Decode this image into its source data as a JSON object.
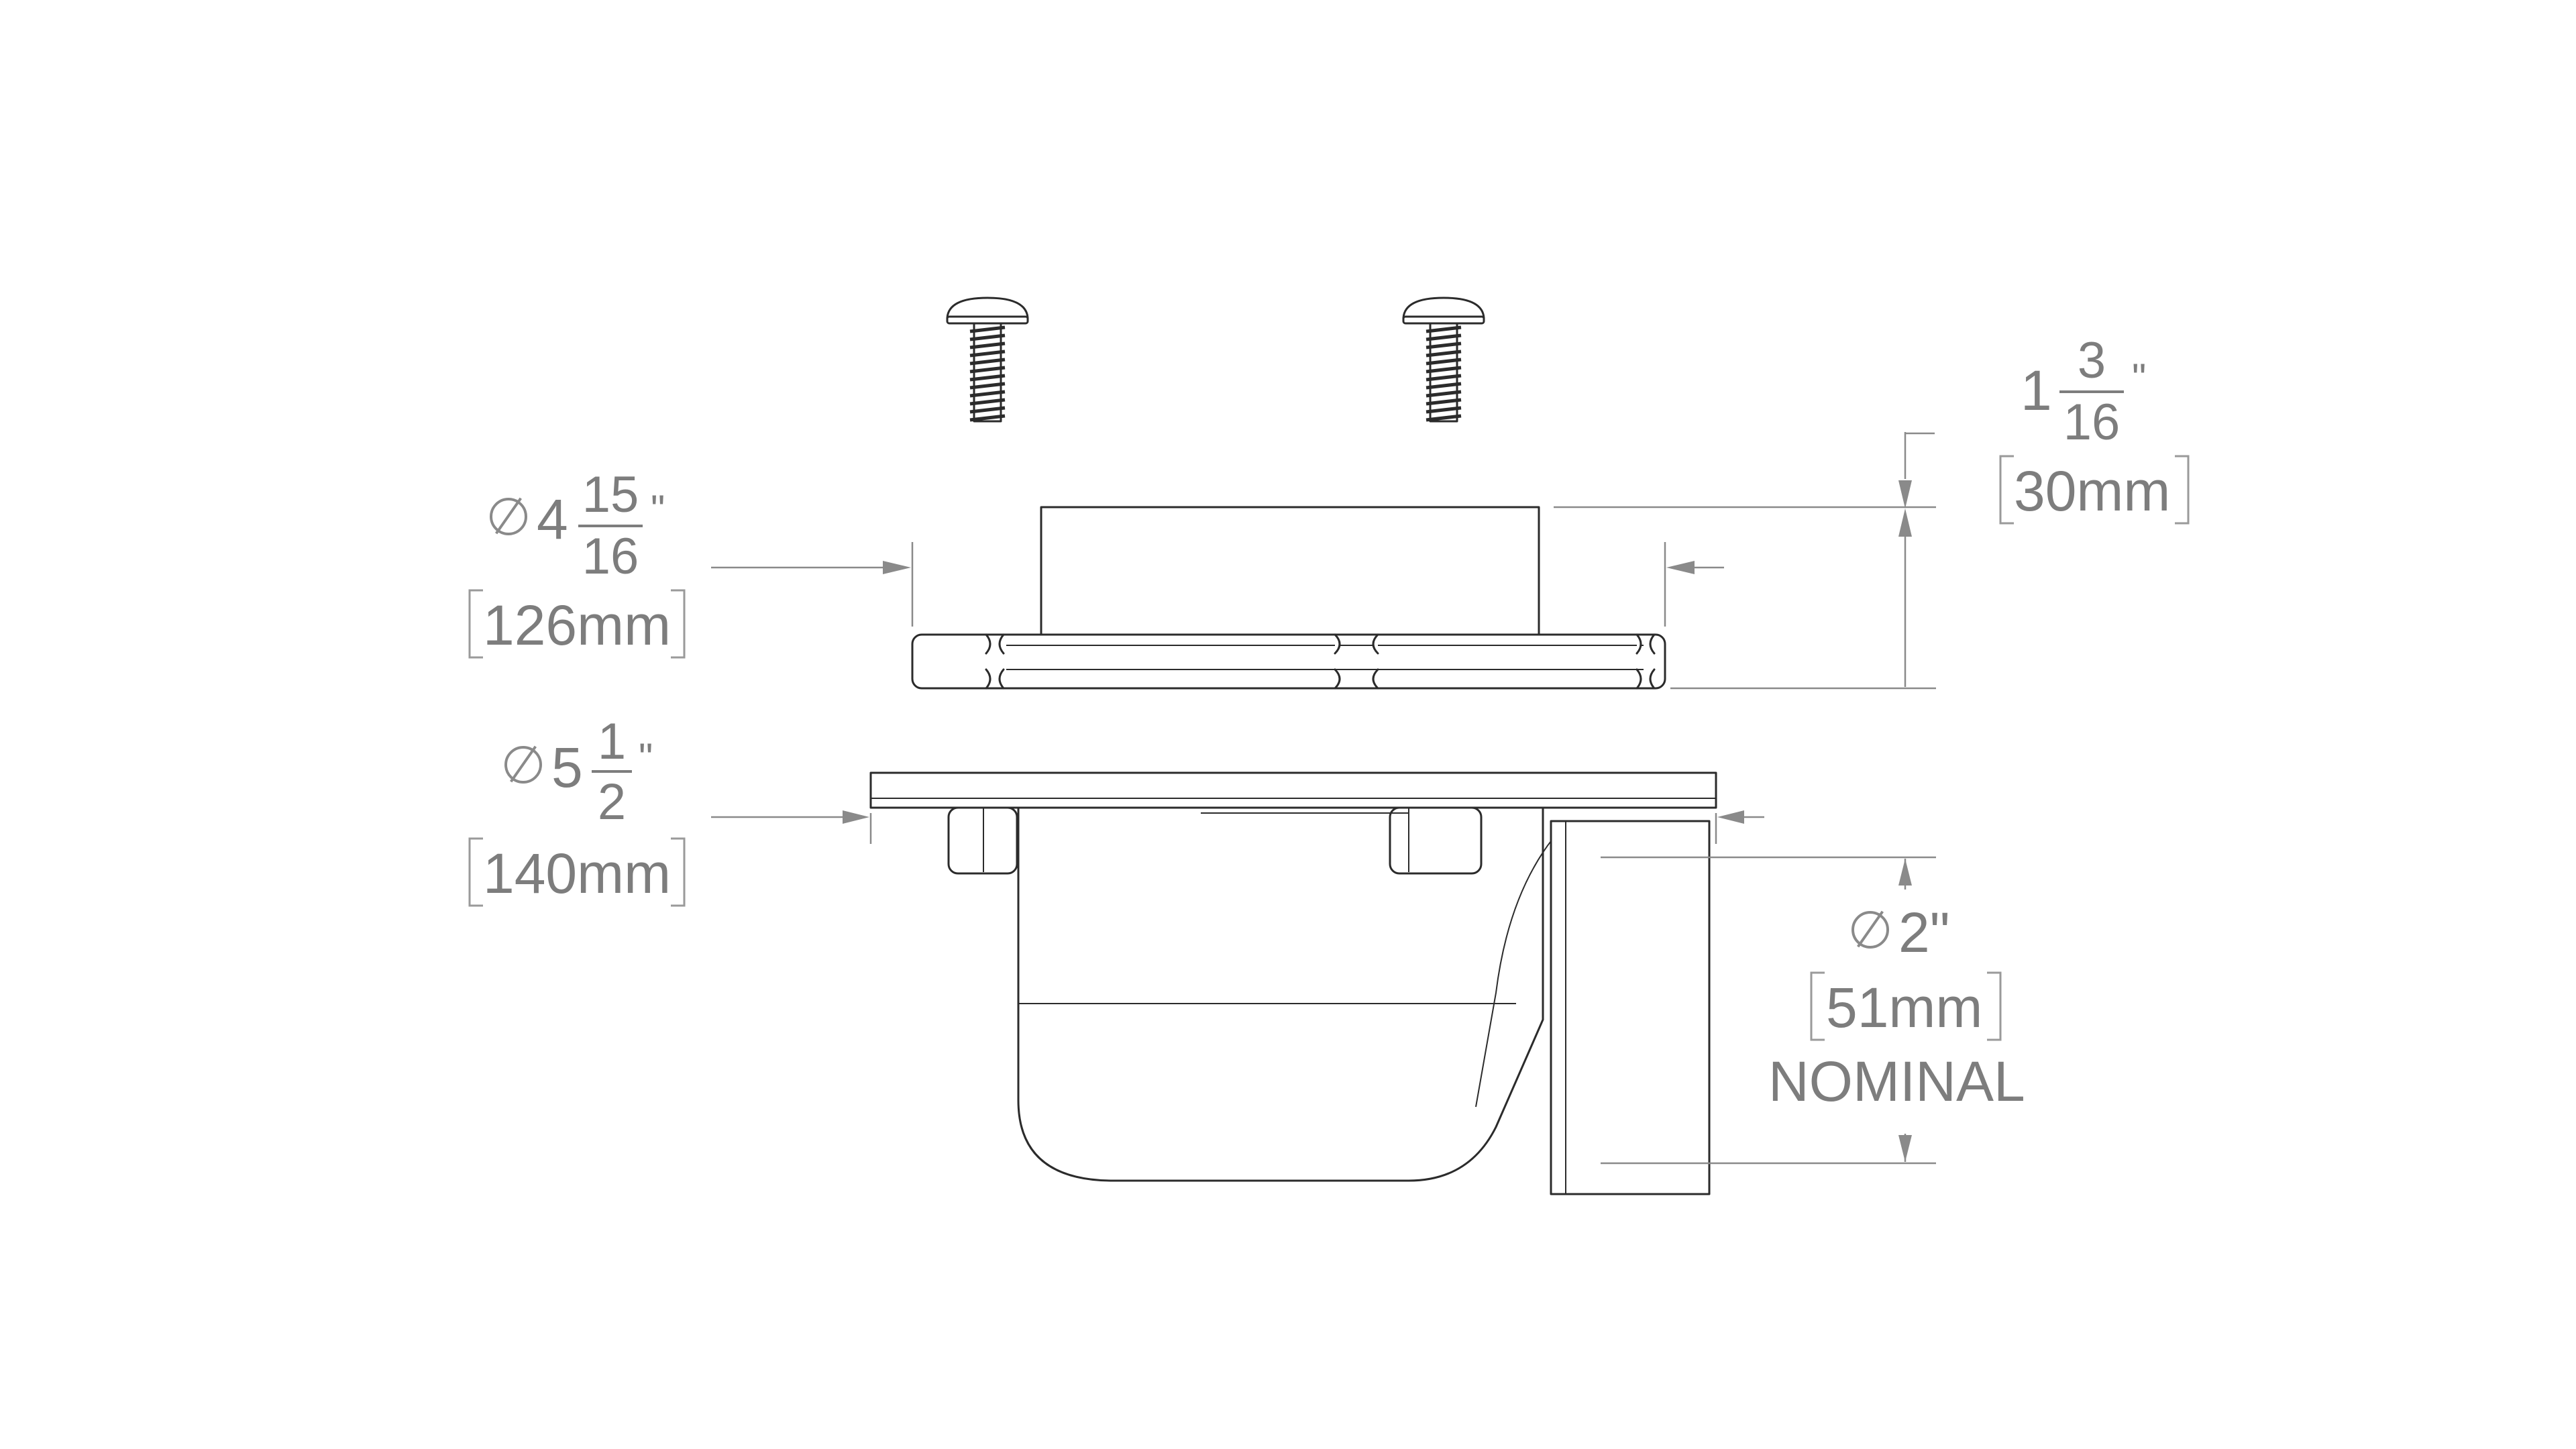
{
  "dimensions": {
    "flange_diameter": {
      "whole": "4",
      "numerator": "15",
      "denominator": "16",
      "unit_mark": "\"",
      "metric": "126mm"
    },
    "body_diameter": {
      "whole": "5",
      "numerator": "1",
      "denominator": "2",
      "unit_mark": "\"",
      "metric": "140mm"
    },
    "height": {
      "whole": "1",
      "numerator": "3",
      "denominator": "16",
      "unit_mark": "\"",
      "metric": "30mm"
    },
    "outlet_diameter": {
      "value": "2\"",
      "metric": "51mm",
      "note": "NOMINAL"
    }
  },
  "icons": {
    "diameter_symbol": "diameter-icon"
  },
  "colors": {
    "linework": "#2b2b2b",
    "dimension": "#8a8a8a",
    "text": "#7d7d7d",
    "background": "#ffffff"
  }
}
